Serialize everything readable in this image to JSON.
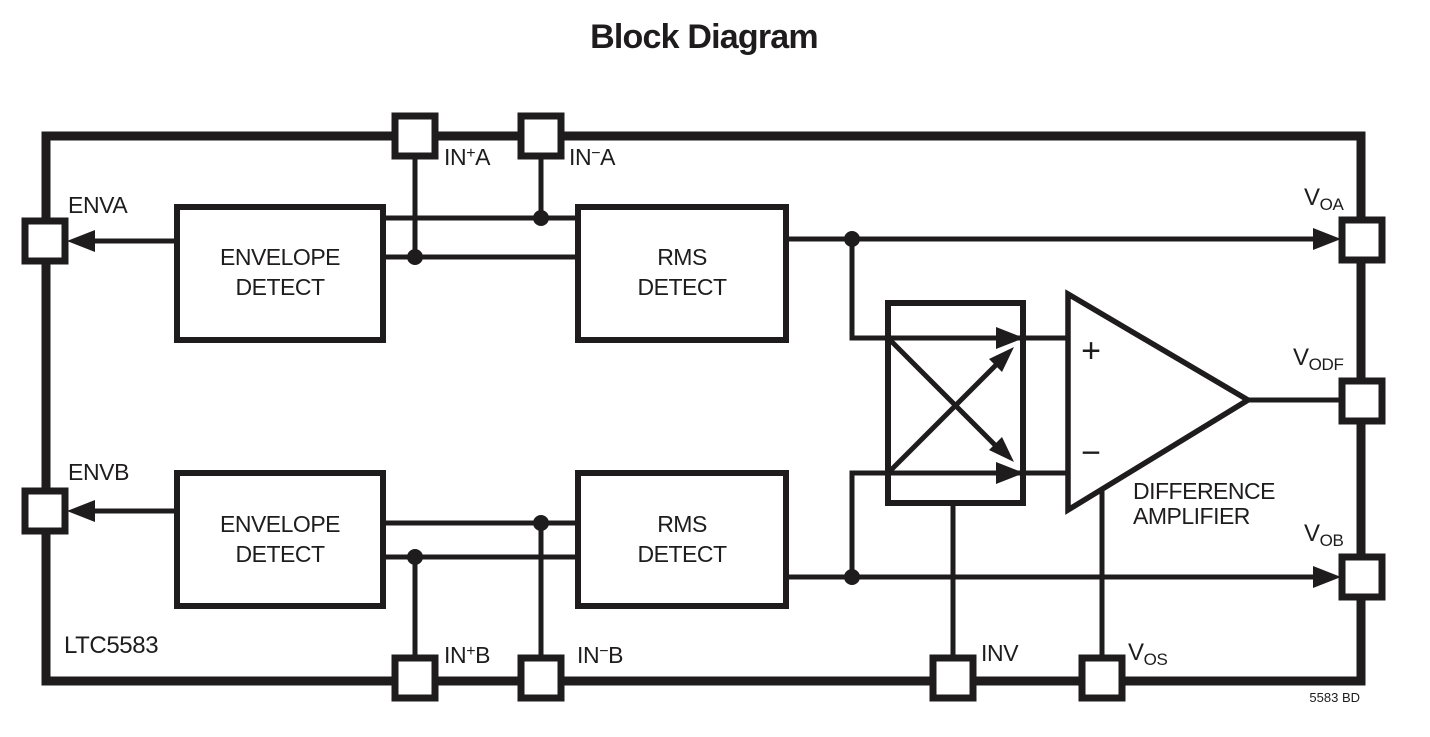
{
  "title": "Block Diagram",
  "chip_label": "LTC5583",
  "footnote": "5583 BD",
  "colors": {
    "ink": "#1e1c1d",
    "background": "#ffffff"
  },
  "blocks": {
    "envelope_a": {
      "line1": "ENVELOPE",
      "line2": "DETECT"
    },
    "rms_a": {
      "line1": "RMS",
      "line2": "DETECT"
    },
    "envelope_b": {
      "line1": "ENVELOPE",
      "line2": "DETECT"
    },
    "rms_b": {
      "line1": "RMS",
      "line2": "DETECT"
    }
  },
  "amplifier": {
    "line1": "DIFFERENCE",
    "line2": "AMPLIFIER",
    "plus": "+",
    "minus": "−"
  },
  "pins": {
    "ina_plus": {
      "pre": "IN",
      "sign": "+",
      "post": "A"
    },
    "ina_minus": {
      "pre": "IN",
      "sign": "−",
      "post": "A"
    },
    "inb_plus": {
      "pre": "IN",
      "sign": "+",
      "post": "B"
    },
    "inb_minus": {
      "pre": "IN",
      "sign": "−",
      "post": "B"
    },
    "enva": {
      "label": "ENVA"
    },
    "envb": {
      "label": "ENVB"
    },
    "inv": {
      "label": "INV"
    },
    "voa": {
      "base": "V",
      "sub": "OA"
    },
    "vodf": {
      "base": "V",
      "sub": "ODF"
    },
    "vob": {
      "base": "V",
      "sub": "OB"
    },
    "vos": {
      "base": "V",
      "sub": "OS"
    }
  }
}
